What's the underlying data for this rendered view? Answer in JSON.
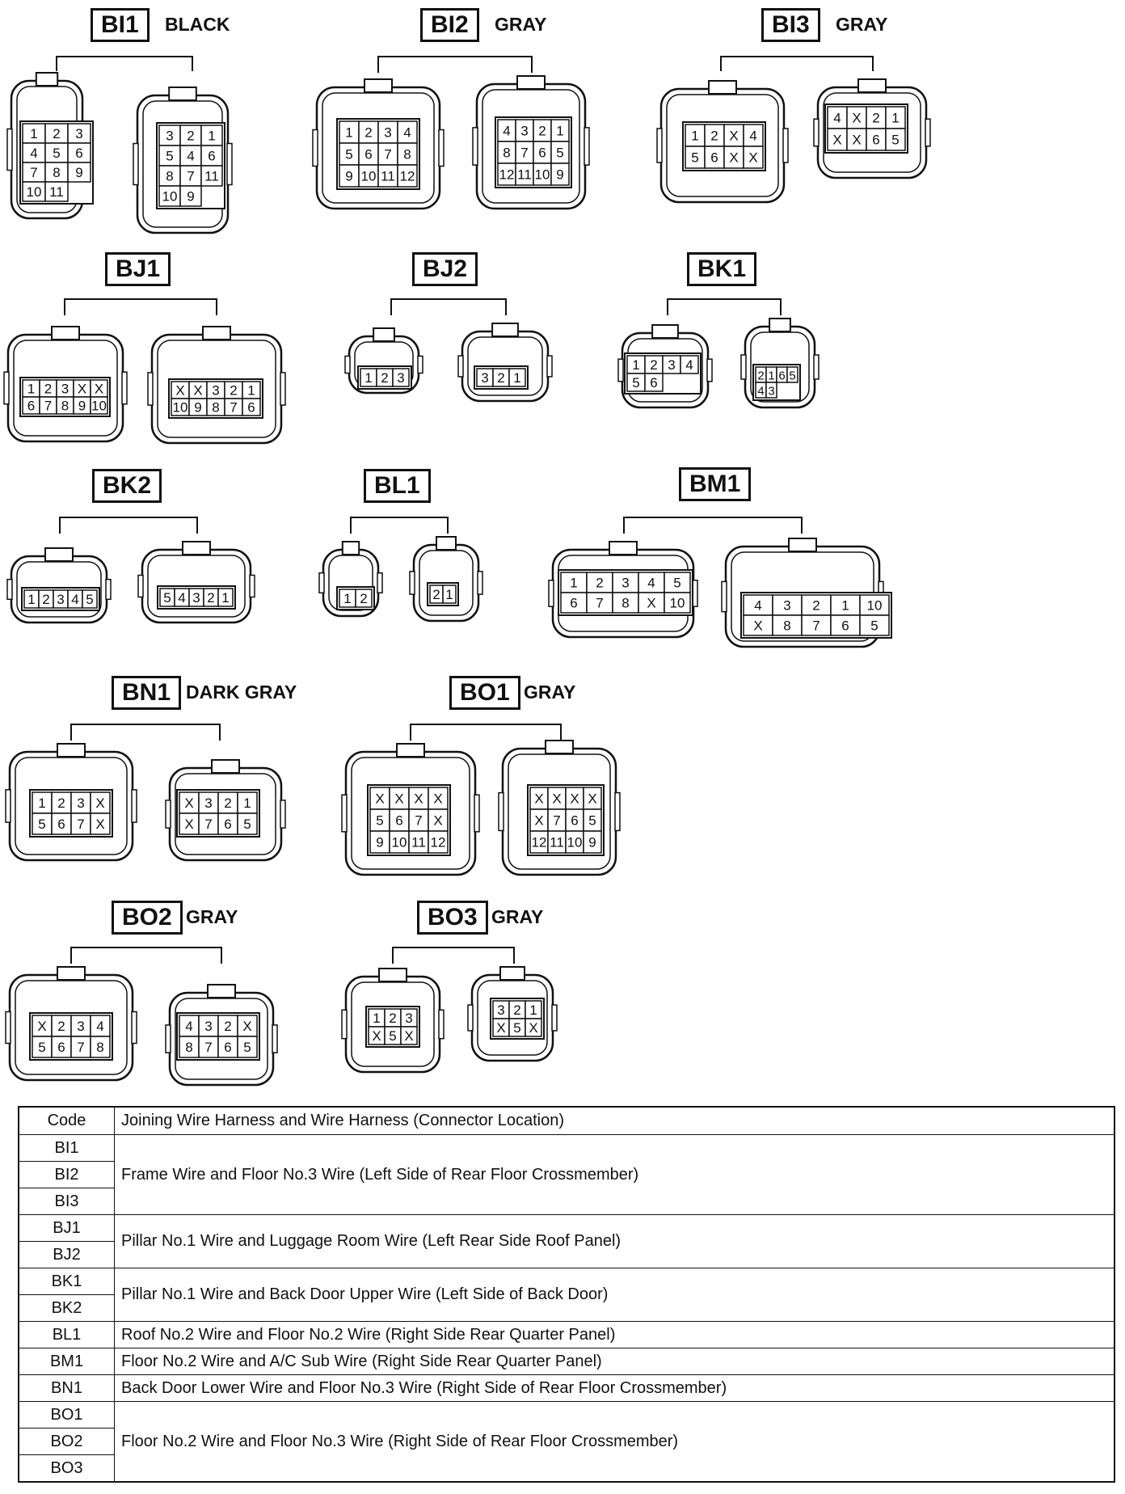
{
  "groups": [
    {
      "id": "BI1",
      "color": "BLACK",
      "left": [
        "1",
        "2",
        "3",
        "4",
        "5",
        "6",
        "7",
        "8",
        "9",
        "10",
        "11"
      ],
      "right": [
        "3",
        "2",
        "1",
        "5",
        "4",
        "6",
        "8",
        "7",
        "11",
        "10",
        "9"
      ]
    },
    {
      "id": "BI2",
      "color": "GRAY",
      "left": [
        "1",
        "2",
        "3",
        "4",
        "5",
        "6",
        "7",
        "8",
        "9",
        "10",
        "11",
        "12"
      ],
      "right": [
        "4",
        "3",
        "2",
        "1",
        "8",
        "7",
        "6",
        "5",
        "12",
        "11",
        "10",
        "9"
      ]
    },
    {
      "id": "BI3",
      "color": "GRAY",
      "left": [
        "1",
        "2",
        "X",
        "4",
        "5",
        "6",
        "X",
        "X"
      ],
      "right": [
        "4",
        "X",
        "2",
        "1",
        "X",
        "X",
        "6",
        "5"
      ]
    },
    {
      "id": "BJ1",
      "color": "",
      "left": [
        "1",
        "2",
        "3",
        "X",
        "X",
        "6",
        "7",
        "8",
        "9",
        "10"
      ],
      "right": [
        "X",
        "X",
        "3",
        "2",
        "1",
        "10",
        "9",
        "8",
        "7",
        "6"
      ]
    },
    {
      "id": "BJ2",
      "color": "",
      "left": [
        "1",
        "2",
        "3"
      ],
      "right": [
        "3",
        "2",
        "1"
      ]
    },
    {
      "id": "BK1",
      "color": "",
      "left": [
        "1",
        "2",
        "3",
        "4",
        "5",
        "6"
      ],
      "right": [
        "2",
        "1",
        "6",
        "5",
        "4",
        "3"
      ]
    },
    {
      "id": "BK2",
      "color": "",
      "left": [
        "1",
        "2",
        "3",
        "4",
        "5"
      ],
      "right": [
        "5",
        "4",
        "3",
        "2",
        "1"
      ]
    },
    {
      "id": "BL1",
      "color": "",
      "left": [
        "1",
        "2"
      ],
      "right": [
        "2",
        "1"
      ]
    },
    {
      "id": "BM1",
      "color": "",
      "left": [
        "1",
        "2",
        "3",
        "4",
        "5",
        "6",
        "7",
        "8",
        "X",
        "10"
      ],
      "right": [
        "4",
        "3",
        "2",
        "1",
        "10",
        "X",
        "8",
        "7",
        "6",
        "5"
      ]
    },
    {
      "id": "BN1",
      "color": "DARK GRAY",
      "left": [
        "1",
        "2",
        "3",
        "X",
        "5",
        "6",
        "7",
        "X"
      ],
      "right": [
        "X",
        "3",
        "2",
        "1",
        "X",
        "7",
        "6",
        "5"
      ]
    },
    {
      "id": "BO1",
      "color": "GRAY",
      "left": [
        "X",
        "X",
        "X",
        "X",
        "5",
        "6",
        "7",
        "X",
        "9",
        "10",
        "11",
        "12"
      ],
      "right": [
        "X",
        "X",
        "X",
        "X",
        "X",
        "7",
        "6",
        "5",
        "12",
        "11",
        "10",
        "9"
      ]
    },
    {
      "id": "BO2",
      "color": "GRAY",
      "left": [
        "X",
        "2",
        "3",
        "4",
        "5",
        "6",
        "7",
        "8"
      ],
      "right": [
        "4",
        "3",
        "2",
        "X",
        "8",
        "7",
        "6",
        "5"
      ]
    },
    {
      "id": "BO3",
      "color": "GRAY",
      "left": [
        "1",
        "2",
        "3",
        "X",
        "5",
        "X"
      ],
      "right": [
        "3",
        "2",
        "1",
        "X",
        "5",
        "X"
      ]
    }
  ],
  "table": {
    "header": {
      "code": "Code",
      "desc": "Joining Wire Harness and Wire Harness (Connector Location)"
    },
    "rows": [
      {
        "codes": [
          "BI1",
          "BI2",
          "BI3"
        ],
        "desc": "Frame Wire and Floor No.3 Wire (Left Side of Rear Floor Crossmember)"
      },
      {
        "codes": [
          "BJ1",
          "BJ2"
        ],
        "desc": "Pillar No.1 Wire and Luggage Room Wire (Left Rear Side Roof Panel)"
      },
      {
        "codes": [
          "BK1",
          "BK2"
        ],
        "desc": "Pillar No.1 Wire and Back Door Upper Wire (Left Side of Back Door)"
      },
      {
        "codes": [
          "BL1"
        ],
        "desc": "Roof No.2 Wire and Floor No.2 Wire (Right Side Rear Quarter Panel)"
      },
      {
        "codes": [
          "BM1"
        ],
        "desc": "Floor No.2 Wire and A/C Sub Wire (Right Side Rear Quarter Panel)"
      },
      {
        "codes": [
          "BN1"
        ],
        "desc": "Back Door Lower Wire and Floor No.3 Wire (Right Side of Rear Floor Crossmember)"
      },
      {
        "codes": [
          "BO1",
          "BO2",
          "BO3"
        ],
        "desc": "Floor No.2 Wire and Floor No.3 Wire (Right Side of Rear Floor Crossmember)"
      }
    ]
  }
}
